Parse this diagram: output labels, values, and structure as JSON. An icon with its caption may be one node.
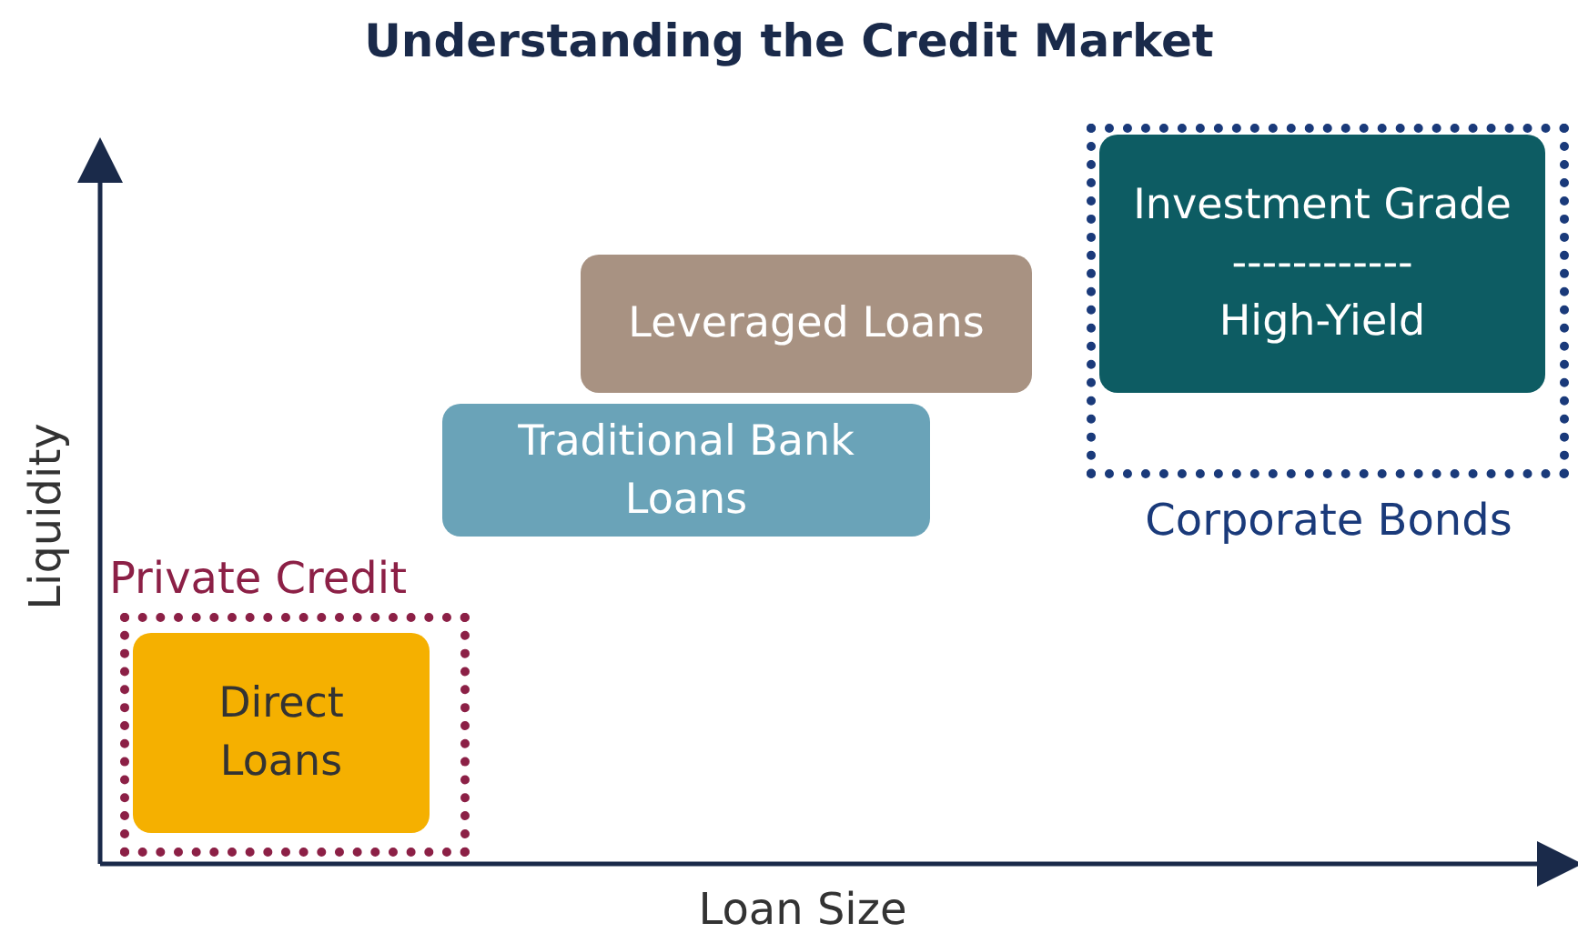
{
  "diagram": {
    "title": "Understanding the Credit Market",
    "nodes": [
      {
        "text": [
          "Private Credit"
        ]
      },
      {
        "text": [
          "Direct Loans"
        ],
        "in": 0
      },
      {
        "text": [
          "Traditional Bank Loans"
        ]
      },
      {
        "text": [
          "Leveraged Loans"
        ]
      },
      {
        "text": [
          "Corporate Bonds"
        ]
      },
      {
        "text": [
          "Investment Grade",
          "------------",
          "High-Yield"
        ],
        "in": 4
      }
    ],
    "edges": [],
    "labels": [
      "Liquidity",
      "Loan Size"
    ]
  }
}
